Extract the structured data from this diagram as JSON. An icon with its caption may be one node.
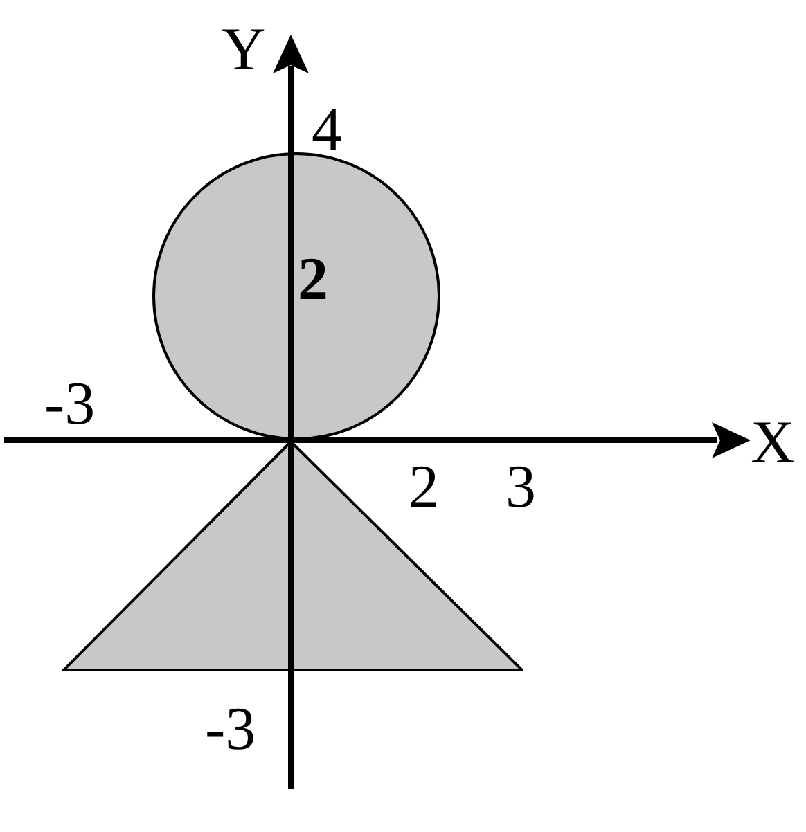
{
  "diagram": {
    "nodes": [
      {
        "text": [
          "2"
        ]
      },
      {
        "text": [],
        "shape": "triangle"
      }
    ],
    "labels": [
      "Y",
      "4",
      "-3",
      "X",
      "2",
      "3",
      "-3"
    ]
  }
}
